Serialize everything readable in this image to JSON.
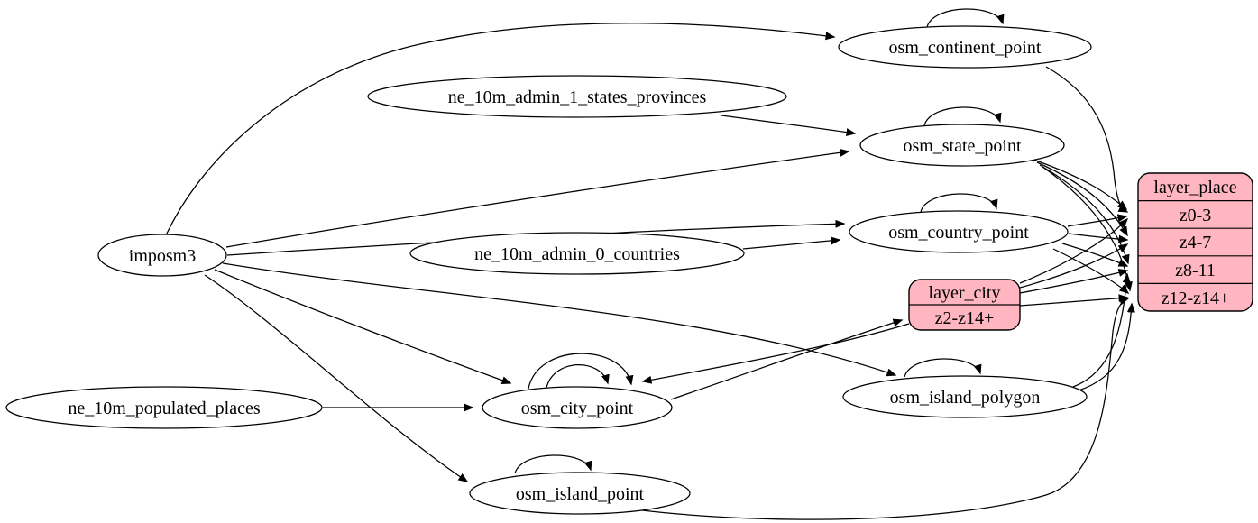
{
  "diagram": {
    "kind": "etl-graph",
    "colors": {
      "layer_fill": "#ffb6c1",
      "table_fill": "#ffffff",
      "stroke": "#000000"
    },
    "sources": {
      "imposm3": {
        "label": "imposm3"
      },
      "ne_10m_admin_1_states_provinces": {
        "label": "ne_10m_admin_1_states_provinces"
      },
      "ne_10m_admin_0_countries": {
        "label": "ne_10m_admin_0_countries"
      },
      "ne_10m_populated_places": {
        "label": "ne_10m_populated_places"
      }
    },
    "tables": {
      "osm_continent_point": {
        "label": "osm_continent_point"
      },
      "osm_state_point": {
        "label": "osm_state_point"
      },
      "osm_country_point": {
        "label": "osm_country_point"
      },
      "osm_city_point": {
        "label": "osm_city_point"
      },
      "osm_island_polygon": {
        "label": "osm_island_polygon"
      },
      "osm_island_point": {
        "label": "osm_island_point"
      }
    },
    "layers": {
      "layer_city": {
        "title": "layer_city",
        "zoom_rows": [
          "z2-z14+"
        ]
      },
      "layer_place": {
        "title": "layer_place",
        "zoom_rows": [
          "z0-3",
          "z4-7",
          "z8-11",
          "z12-z14+"
        ]
      }
    },
    "edges": [
      {
        "from": "imposm3",
        "to": "osm_continent_point"
      },
      {
        "from": "imposm3",
        "to": "osm_state_point"
      },
      {
        "from": "imposm3",
        "to": "osm_country_point"
      },
      {
        "from": "imposm3",
        "to": "osm_city_point"
      },
      {
        "from": "imposm3",
        "to": "osm_island_polygon"
      },
      {
        "from": "imposm3",
        "to": "osm_island_point"
      },
      {
        "from": "ne_10m_admin_1_states_provinces",
        "to": "osm_state_point"
      },
      {
        "from": "ne_10m_admin_0_countries",
        "to": "osm_country_point"
      },
      {
        "from": "ne_10m_populated_places",
        "to": "osm_city_point"
      },
      {
        "from": "osm_continent_point",
        "to": "osm_continent_point"
      },
      {
        "from": "osm_state_point",
        "to": "osm_state_point"
      },
      {
        "from": "osm_country_point",
        "to": "osm_country_point"
      },
      {
        "from": "osm_city_point",
        "to": "osm_city_point"
      },
      {
        "from": "osm_city_point",
        "to": "osm_city_point"
      },
      {
        "from": "osm_island_polygon",
        "to": "osm_island_polygon"
      },
      {
        "from": "osm_island_point",
        "to": "osm_island_point"
      },
      {
        "from": "osm_continent_point",
        "to": "layer_place:z0-3"
      },
      {
        "from": "osm_state_point",
        "to": "layer_place:z0-3"
      },
      {
        "from": "osm_state_point",
        "to": "layer_place:z4-7"
      },
      {
        "from": "osm_state_point",
        "to": "layer_place:z8-11"
      },
      {
        "from": "osm_state_point",
        "to": "layer_place:z12-z14+"
      },
      {
        "from": "osm_country_point",
        "to": "layer_place:z0-3"
      },
      {
        "from": "osm_country_point",
        "to": "layer_place:z4-7"
      },
      {
        "from": "osm_country_point",
        "to": "layer_place:z8-11"
      },
      {
        "from": "osm_country_point",
        "to": "layer_place:z12-z14+"
      },
      {
        "from": "osm_city_point",
        "to": "layer_city:z2-z14+"
      },
      {
        "from": "layer_city",
        "to": "osm_city_point"
      },
      {
        "from": "layer_city",
        "to": "layer_place:z0-3"
      },
      {
        "from": "layer_city",
        "to": "layer_place:z4-7"
      },
      {
        "from": "layer_city",
        "to": "layer_place:z8-11"
      },
      {
        "from": "layer_city",
        "to": "layer_place:z12-z14+"
      },
      {
        "from": "osm_island_polygon",
        "to": "layer_place:z8-11"
      },
      {
        "from": "osm_island_polygon",
        "to": "layer_place:z12-z14+"
      },
      {
        "from": "osm_island_point",
        "to": "layer_place:z12-z14+"
      }
    ]
  }
}
